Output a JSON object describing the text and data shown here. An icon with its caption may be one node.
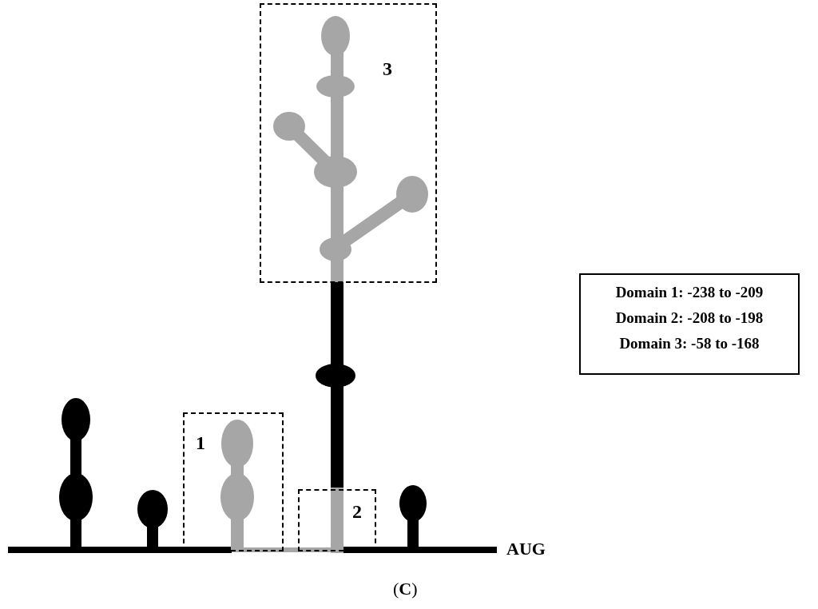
{
  "diagram": {
    "caption": "(**C**)",
    "nodes": [
      {
        "text": [
          "3"
        ]
      },
      {
        "text": [
          "1"
        ]
      },
      {
        "text": [
          "2"
        ]
      },
      {
        "text": [
          "Domain 1: -238 to -209",
          "Domain 2: -208 to -198",
          "Domain 3: -58 to -168"
        ]
      }
    ],
    "labels": [
      "AUG"
    ]
  }
}
